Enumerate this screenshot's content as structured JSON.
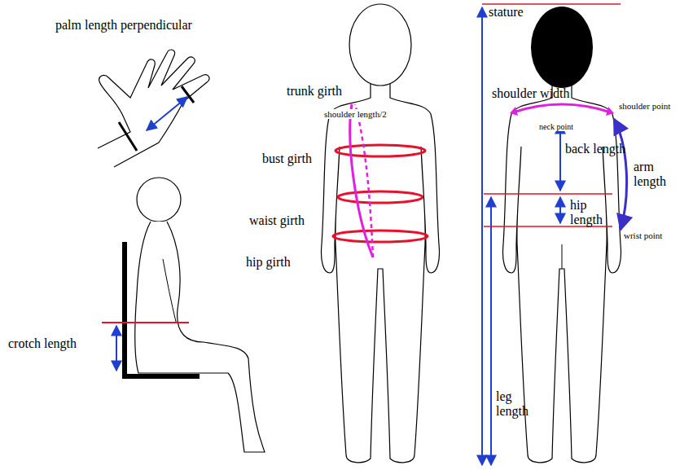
{
  "diagram": {
    "labels": [
      "palm length perpendicular",
      "trunk girth",
      "shoulder length/2",
      "bust girth",
      "waist girth",
      "hip girth",
      "crotch length",
      "stature",
      "shoulder width",
      "shoulder point",
      "neck point",
      "back length",
      "arm length",
      "hip length",
      "wrist point",
      "leg length"
    ]
  }
}
